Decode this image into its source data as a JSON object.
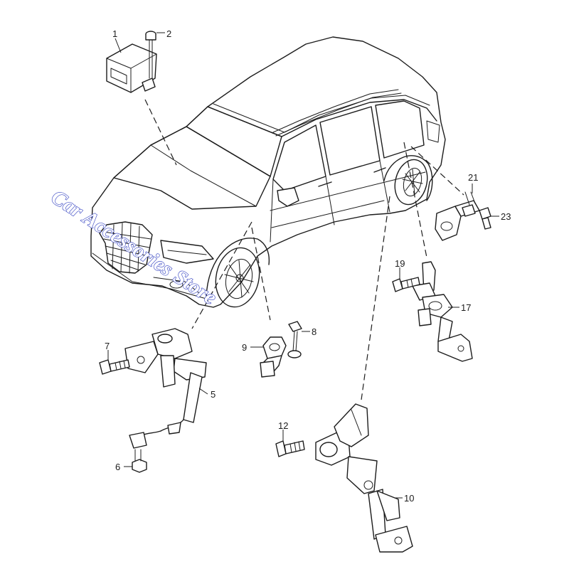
{
  "watermark": "Car Accessories Store",
  "callouts": {
    "c1": "1",
    "c2": "2",
    "c5": "5",
    "c6": "6",
    "c7": "7",
    "c8": "8",
    "c9": "9",
    "c10": "10",
    "c12": "12",
    "c17": "17",
    "c19": "19",
    "c21": "21",
    "c23": "23"
  }
}
